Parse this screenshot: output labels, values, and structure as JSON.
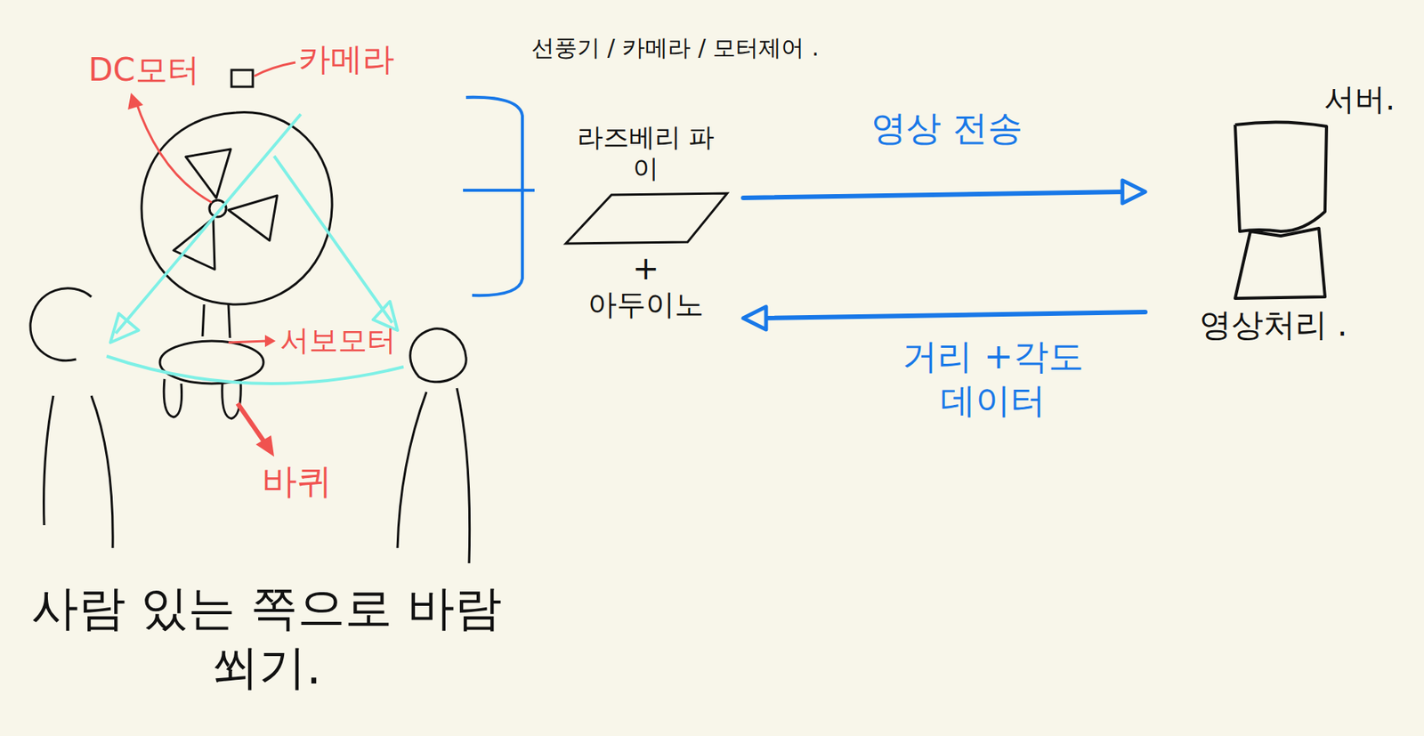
{
  "diagram": {
    "nodes": [
      {
        "text": [
          "라즈베리 파이",
          "+",
          "아두이노"
        ]
      },
      {
        "text": [
          "서버.",
          "영상처리 ."
        ]
      }
    ],
    "edges": [
      {
        "from": 0,
        "to": 1,
        "label": "영상 전송",
        "arrow": "to"
      },
      {
        "from": 1,
        "to": 0,
        "label": "거리 +각도 데이터",
        "arrow": "to"
      }
    ],
    "labels": [
      "DC모터",
      "카메라",
      "서보모터",
      "바퀴",
      "선풍기 / 카메라 / 모터제어 .",
      "사람 있는 쪽으로 바람 쐬기."
    ]
  }
}
